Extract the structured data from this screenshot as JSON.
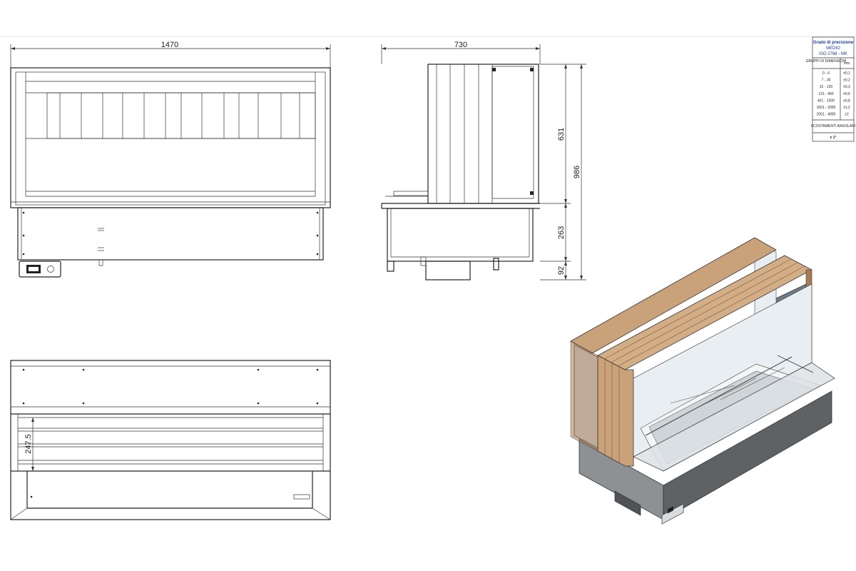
{
  "dimensions": {
    "width_front": "1470",
    "depth_side": "730",
    "height_total": "986",
    "height_upper": "631",
    "height_base": "263",
    "height_foot": "92",
    "shelf_depth": "247.5"
  },
  "tolerance_table": {
    "header_top": "Grado di precisione",
    "grade": "MEDIO",
    "standard": "ISO 2768 - MK",
    "col_group": "GRUPPI DI DIMENSIONI",
    "col_unit": "mm",
    "rows": [
      {
        "range": "0 - 6",
        "tol": "±0,1"
      },
      {
        "range": "7 - 30",
        "tol": "±0,2"
      },
      {
        "range": "31 - 120",
        "tol": "±0,3"
      },
      {
        "range": "121 - 400",
        "tol": "±0,5"
      },
      {
        "range": "401 - 1000",
        "tol": "±0,8"
      },
      {
        "range": "1001 - 2000",
        "tol": "±1,2"
      },
      {
        "range": "2001 - 4000",
        "tol": "±2"
      }
    ],
    "angular_label": "SCOSTAMENTI ANGOLARI",
    "angular_value": "± 1°"
  },
  "colors": {
    "line": "#222222",
    "wood": "#c9a27a",
    "wood_dark": "#a57b55",
    "steel": "#8e9194",
    "steel_dark": "#5f6265",
    "glass": "#dfe6ec",
    "title_blue": "#1a3e8c"
  }
}
